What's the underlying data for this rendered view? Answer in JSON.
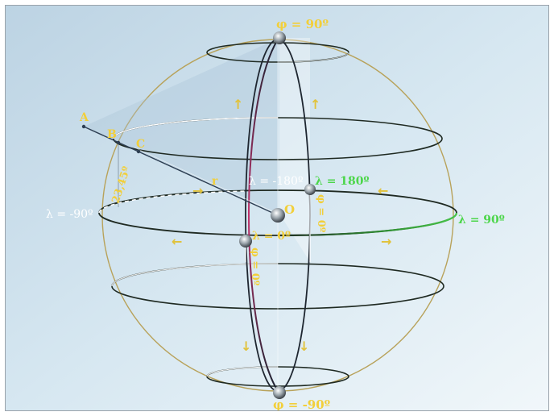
{
  "labels": {
    "north_pole": "φ = 90º",
    "south_pole": "φ = -90º",
    "point_a": "A",
    "point_b": "B",
    "point_c": "C",
    "center": "O",
    "radius": "r",
    "tilt": "23,45º",
    "lambda_minus_90": "λ = -90º",
    "lambda_90": "λ = 90º",
    "lambda_180": "λ = 180º",
    "lambda_minus_180": "λ = -180º",
    "lambda_0": "λ = 0º",
    "phi_0_front": "φ = 0º",
    "phi_0_back": "φ = 0º"
  },
  "arrows": {
    "up": "↑",
    "down": "↓",
    "left": "←",
    "right": "→"
  },
  "colors": {
    "background_top": "#c9dde9",
    "background_bottom": "#eef5f9",
    "sphere_outline": "#b8a25a",
    "latitude_rings": "#1f2a22",
    "meridian_front": "#c0306a",
    "meridian_side": "#1e2630",
    "equator": "#2c8a2e",
    "label_yellow": "#f2cf3a",
    "label_green": "#4cd64a"
  }
}
